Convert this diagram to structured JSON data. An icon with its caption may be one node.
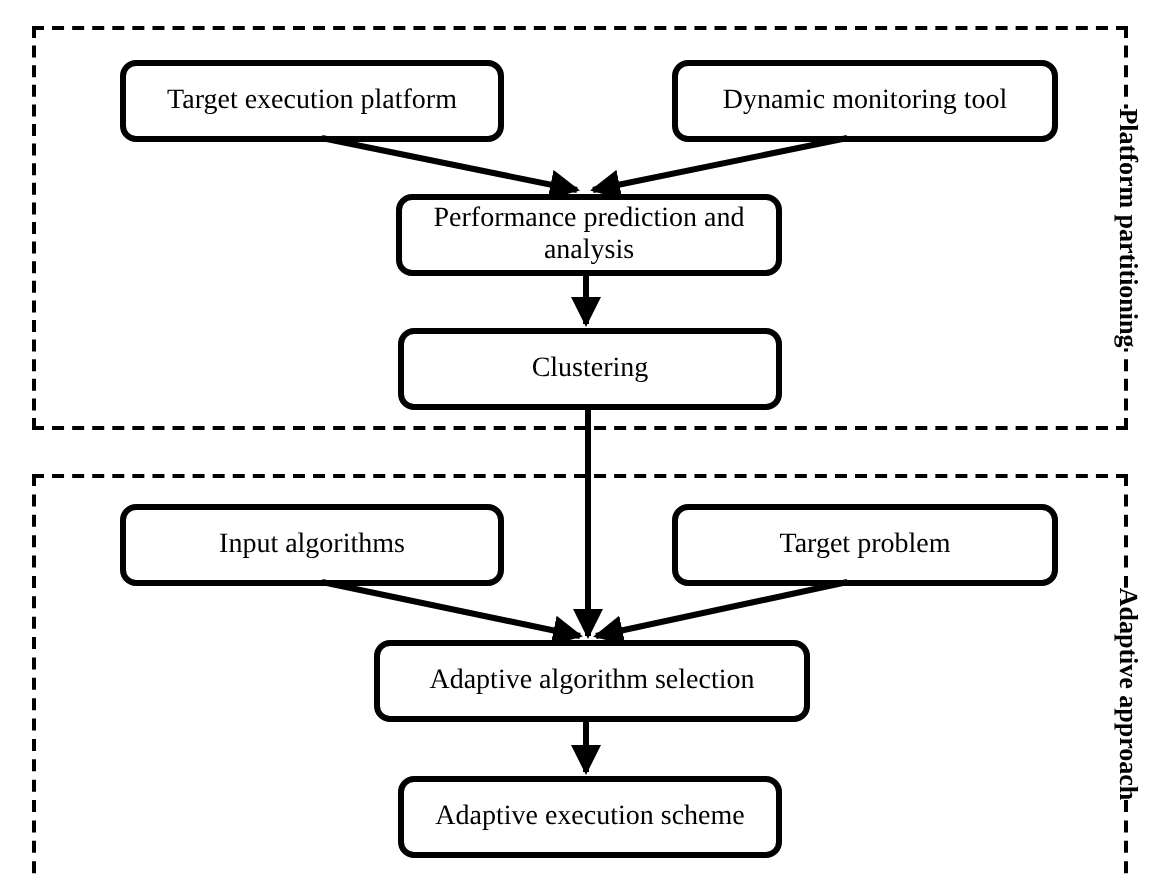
{
  "diagram": {
    "nodes": [
      {
        "text": [
          "Platform partitioning"
        ]
      },
      {
        "text": [
          "Target execution platform"
        ],
        "in": 0
      },
      {
        "text": [
          "Dynamic monitoring tool"
        ],
        "in": 0
      },
      {
        "text": [
          "Performance prediction and analysis"
        ],
        "in": 0
      },
      {
        "text": [
          "Clustering"
        ],
        "in": 0
      },
      {
        "text": [
          "Adaptive approach"
        ]
      },
      {
        "text": [
          "Input algorithms"
        ],
        "in": 5
      },
      {
        "text": [
          "Target problem"
        ],
        "in": 5
      },
      {
        "text": [
          "Adaptive algorithm selection"
        ],
        "in": 5
      },
      {
        "text": [
          "Adaptive execution scheme"
        ],
        "in": 5
      }
    ],
    "edges": [
      {
        "from": 1,
        "to": 3,
        "arrow": "to"
      },
      {
        "from": 2,
        "to": 3,
        "arrow": "to"
      },
      {
        "from": 3,
        "to": 4,
        "arrow": "to"
      },
      {
        "from": 4,
        "to": 8,
        "arrow": "to"
      },
      {
        "from": 6,
        "to": 8,
        "arrow": "to"
      },
      {
        "from": 7,
        "to": 8,
        "arrow": "to"
      },
      {
        "from": 8,
        "to": 9,
        "arrow": "to"
      }
    ]
  }
}
